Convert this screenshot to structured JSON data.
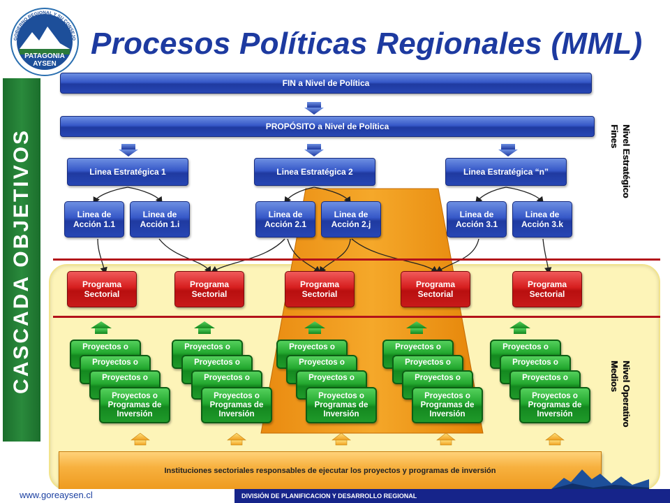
{
  "logo": {
    "ring_text": "GOBIERNO REGIONAL Y SU CONSEJO",
    "line1": "PATAGONIA",
    "line2": "AYSEN"
  },
  "title": "Procesos Políticas Regionales (MML)",
  "side_label": "CASCADA OBJETIVOS",
  "fin": "FIN  a Nivel de Política",
  "proposito": "PROPÓSITO a Nivel de Política",
  "lineas_estrategicas": [
    "Linea Estratégica 1",
    "Linea Estratégica 2",
    "Linea Estratégica “n”"
  ],
  "lineas_accion": [
    [
      "Linea de",
      "Acción 1.1"
    ],
    [
      "Linea de",
      "Acción 1.i"
    ],
    [
      "Linea de",
      "Acción 2.1"
    ],
    [
      "Linea de",
      "Acción 2.j"
    ],
    [
      "Linea de",
      "Acción 3.1"
    ],
    [
      "Linea de",
      "Acción 3.k"
    ]
  ],
  "programa": [
    "Programa",
    "Sectorial"
  ],
  "proyecto_stack_label": "Proyectos  o",
  "proyecto_front": [
    "Proyectos  o",
    "Programas de",
    "Inversión"
  ],
  "nivel_estrategico": [
    "Nivel Estratégico",
    "Fines"
  ],
  "nivel_operativo": [
    "Nivel Operativo",
    "Medios"
  ],
  "instituciones": "Instituciones sectoriales  responsables de ejecutar los proyectos y programas de inversión",
  "footer": {
    "url": "www.goreaysen.cl",
    "division": "DIVISIÓN DE PLANIFICACION Y DESARROLLO REGIONAL"
  },
  "colors": {
    "title": "#1d3aa0",
    "blue_box": "#2746b4",
    "red_box": "#c81a1a",
    "green_box": "#1f9a2a",
    "orange_band": "#f0a020",
    "yellow_bg": "#fdf4b8",
    "side_band": "#2a8a3c",
    "footer_bar": "#16248a"
  }
}
